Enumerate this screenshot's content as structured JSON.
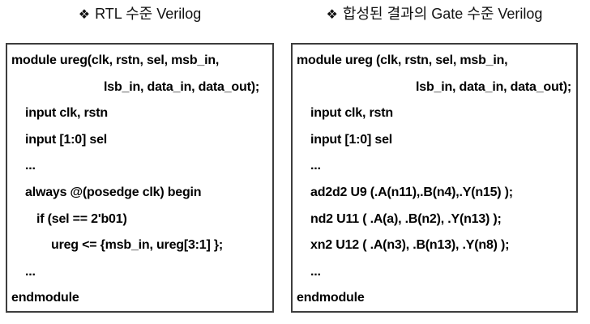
{
  "left_panel": {
    "bullet": "❖",
    "title": "RTL 수준 Verilog",
    "code_lines": [
      {
        "text": "module ureg(clk, rstn, sel, msb_in,",
        "indent": 0
      },
      {
        "text": "lsb_in, data_in, data_out);",
        "indent": 114
      },
      {
        "text": "input clk, rstn",
        "indent": 17
      },
      {
        "text": "input [1:0] sel",
        "indent": 17
      },
      {
        "text": "...",
        "indent": 17
      },
      {
        "text": "always @(posedge clk) begin",
        "indent": 17
      },
      {
        "text": "if (sel == 2'b01)",
        "indent": 31
      },
      {
        "text": "ureg <= {msb_in, ureg[3:1] };",
        "indent": 49
      },
      {
        "text": "...",
        "indent": 17
      },
      {
        "text": "endmodule",
        "indent": 0
      }
    ]
  },
  "right_panel": {
    "bullet": "❖",
    "title": "합성된 결과의 Gate 수준 Verilog",
    "code_lines": [
      {
        "text": "module ureg (clk, rstn, sel, msb_in,",
        "indent": 0
      },
      {
        "text": "lsb_in, data_in, data_out);",
        "indent": 147
      },
      {
        "text": "input clk, rstn",
        "indent": 17
      },
      {
        "text": "input [1:0] sel",
        "indent": 17
      },
      {
        "text": "...",
        "indent": 17
      },
      {
        "text": "ad2d2 U9 (.A(n11),.B(n4),.Y(n15) );",
        "indent": 17
      },
      {
        "text": "nd2 U11 ( .A(a), .B(n2), .Y(n13) );",
        "indent": 17
      },
      {
        "text": "xn2 U12 ( .A(n3), .B(n13), .Y(n8) );",
        "indent": 17
      },
      {
        "text": "...",
        "indent": 17
      },
      {
        "text": "endmodule",
        "indent": 0
      }
    ]
  }
}
